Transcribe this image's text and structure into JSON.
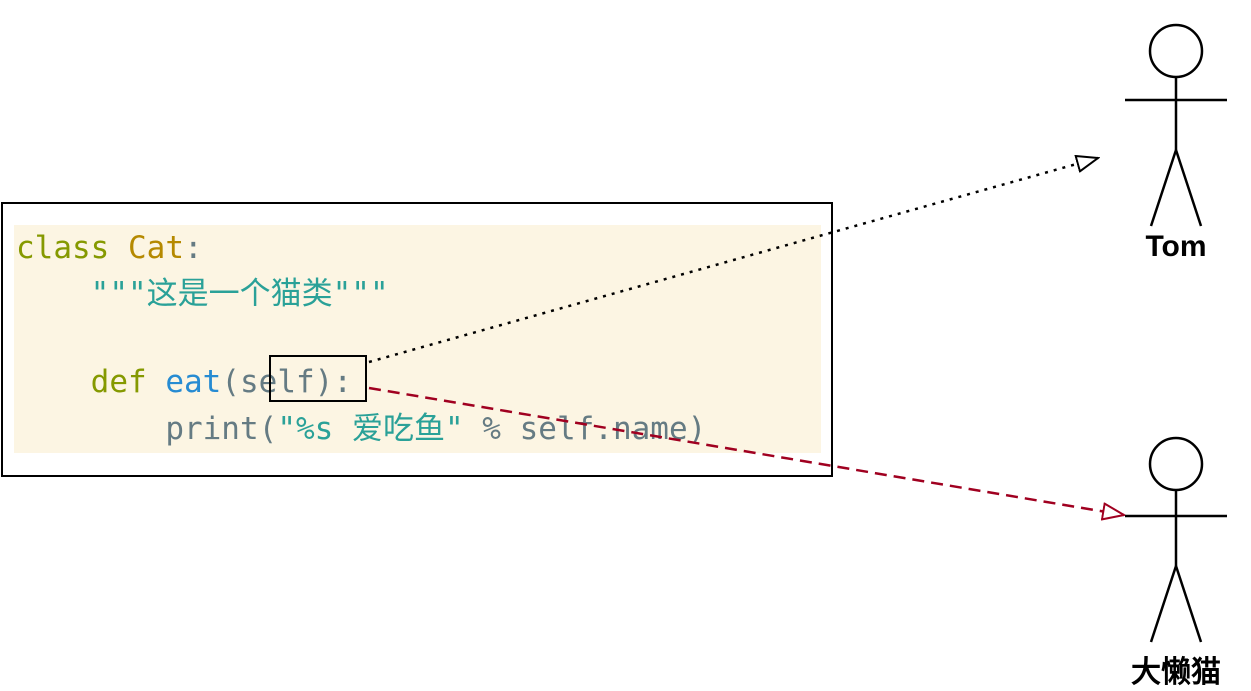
{
  "code": {
    "line1": {
      "kw": "class",
      "name": "Cat",
      "colon": ":"
    },
    "line2": {
      "docstring": "\"\"\"这是一个猫类\"\"\""
    },
    "line3": {
      "kw": "def",
      "fn": "eat",
      "open": "(",
      "param": "self",
      "close": "):"
    },
    "line4": {
      "fn": "print",
      "open": "(",
      "str": "\"%s 爱吃鱼\"",
      "op": " % ",
      "rest": "self.name",
      "close": ")"
    }
  },
  "actors": {
    "tom": {
      "label": "Tom"
    },
    "lazy_cat": {
      "label": "大懒猫"
    }
  },
  "colors": {
    "code_background": "#fcf5e3",
    "keyword": "#859900",
    "class_name": "#b58900",
    "function": "#268bd2",
    "string": "#2aa198",
    "plain": "#657b83",
    "dashed_arrow": "#a00020",
    "dotted_arrow": "#000000"
  }
}
